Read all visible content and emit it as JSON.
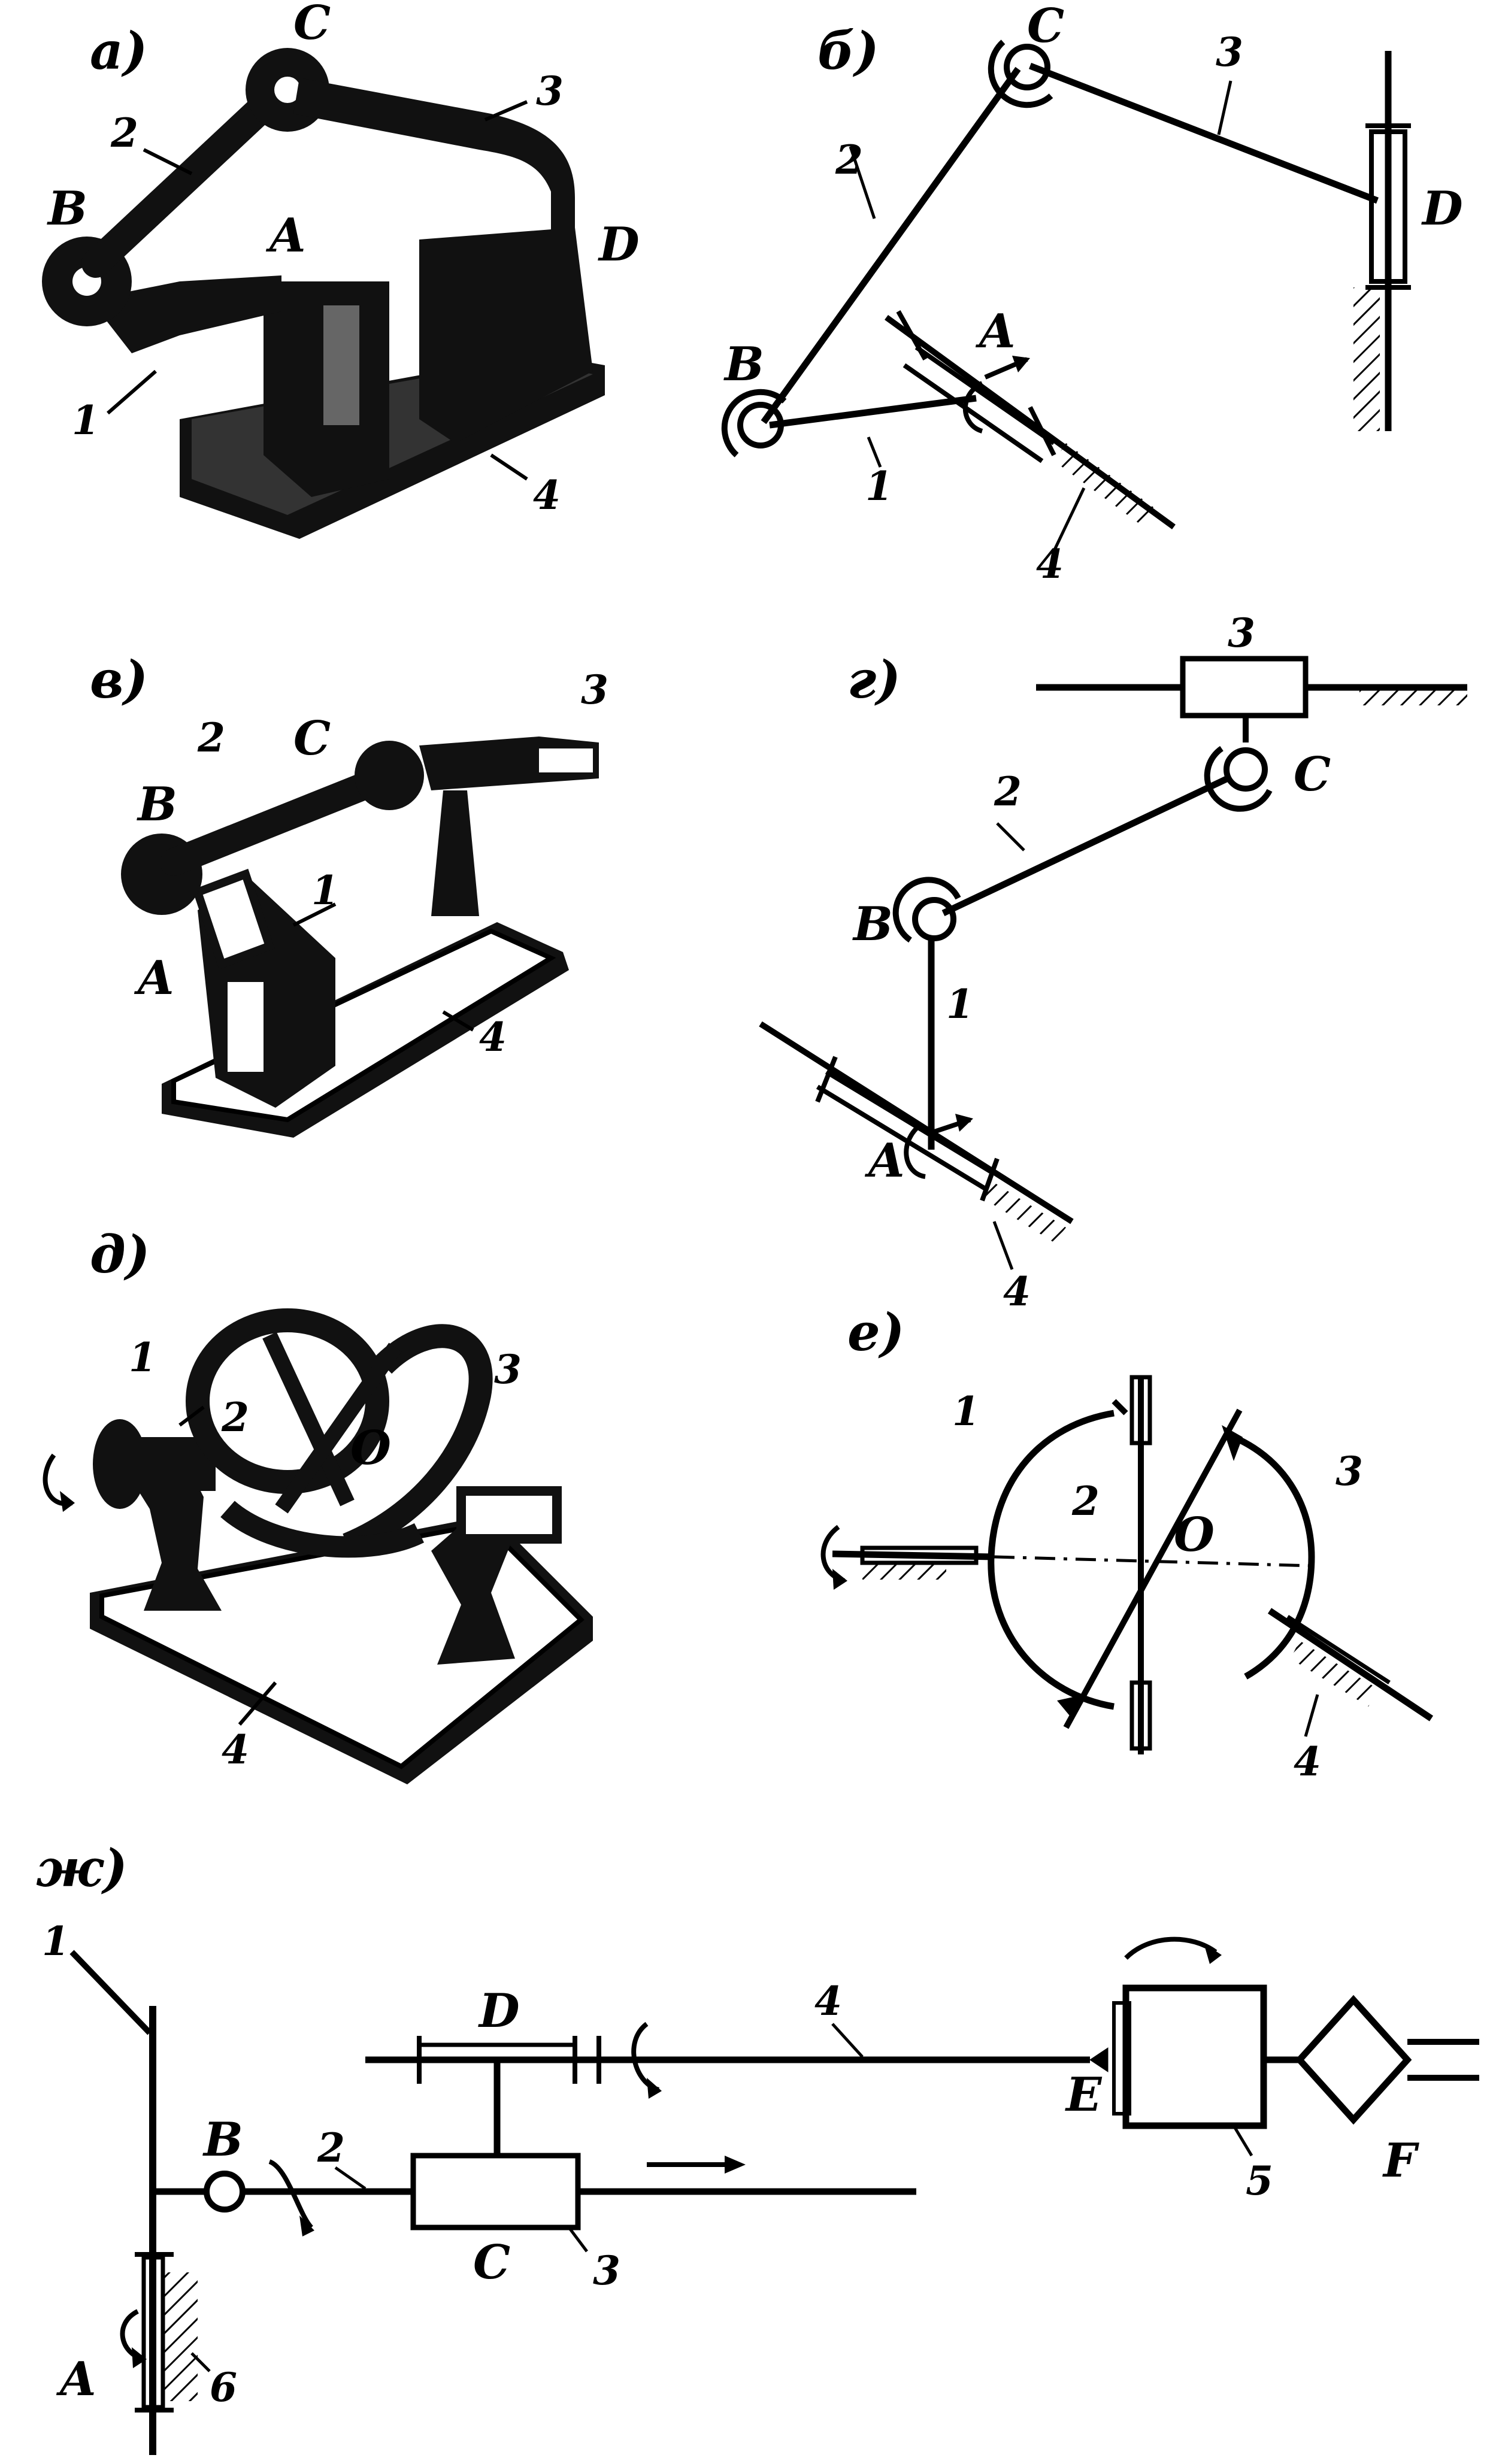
{
  "colors": {
    "ink": "#000000",
    "paper": "#ffffff"
  },
  "panels": {
    "a": {
      "tag": "а)",
      "labels": {
        "A": "A",
        "B": "B",
        "C": "C",
        "D": "D",
        "n1": "1",
        "n2": "2",
        "n3": "3",
        "n4": "4"
      }
    },
    "b": {
      "tag": "б)",
      "labels": {
        "A": "A",
        "B": "B",
        "C": "C",
        "D": "D",
        "n1": "1",
        "n2": "2",
        "n3": "3",
        "n4": "4"
      }
    },
    "v": {
      "tag": "в)",
      "labels": {
        "A": "A",
        "B": "B",
        "C": "C",
        "n1": "1",
        "n2": "2",
        "n3": "3",
        "n4": "4"
      }
    },
    "g": {
      "tag": "г)",
      "labels": {
        "A": "A",
        "B": "B",
        "C": "C",
        "n1": "1",
        "n2": "2",
        "n3": "3",
        "n4": "4"
      }
    },
    "d": {
      "tag": "д)",
      "labels": {
        "O": "O",
        "n1": "1",
        "n2": "2",
        "n3": "3",
        "n4": "4"
      }
    },
    "e": {
      "tag": "е)",
      "labels": {
        "O": "O",
        "n1": "1",
        "n2": "2",
        "n3": "3",
        "n4": "4"
      }
    },
    "zh": {
      "tag": "ж)",
      "labels": {
        "A": "A",
        "B": "B",
        "C": "C",
        "D": "D",
        "E": "E",
        "F": "F",
        "n1": "1",
        "n2": "2",
        "n3": "3",
        "n4": "4",
        "n5": "5",
        "n6": "6"
      }
    }
  }
}
